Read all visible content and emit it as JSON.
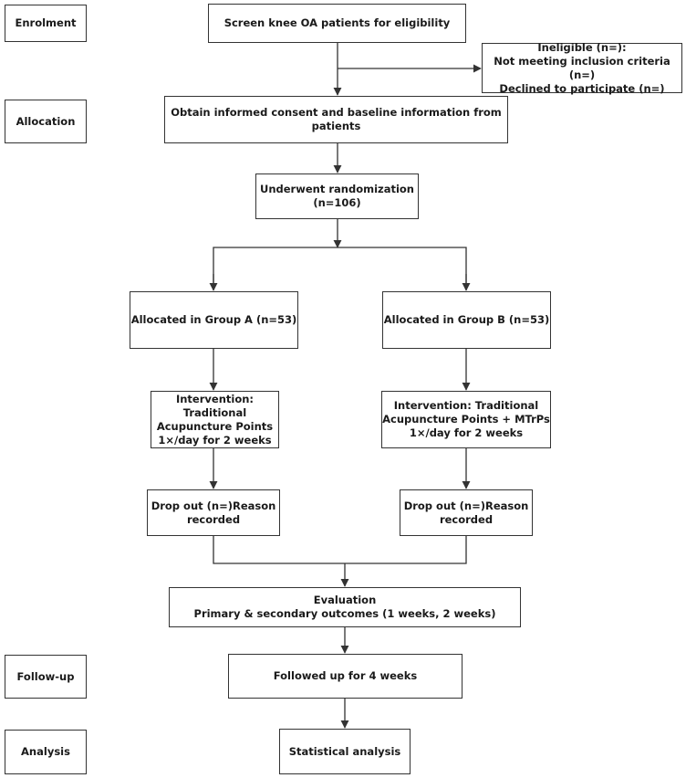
{
  "stages": {
    "enrolment": "Enrolment",
    "allocation": "Allocation",
    "follow_up": "Follow-up",
    "analysis": "Analysis"
  },
  "boxes": {
    "screen": "Screen knee OA patients for eligibility",
    "ineligible": [
      "Ineligible (n=):",
      "Not meeting inclusion criteria (n=)",
      "Declined to participate (n=)"
    ],
    "consent": [
      "Obtain informed consent and baseline information from",
      "patients"
    ],
    "randomization": [
      "Underwent randomization",
      "(n=106)"
    ],
    "group_a": "Allocated in Group A (n=53)",
    "group_b": "Allocated in Group B (n=53)",
    "intervention_a": [
      "Intervention: Traditional",
      "Acupuncture Points",
      "1×/day for 2 weeks"
    ],
    "intervention_b": [
      "Intervention: Traditional",
      "Acupuncture Points + MTrPs",
      "1×/day for 2 weeks"
    ],
    "dropout_a": [
      "Drop out (n=)Reason",
      "recorded"
    ],
    "dropout_b": [
      "Drop out (n=)Reason",
      "recorded"
    ],
    "evaluation": [
      "Evaluation",
      "Primary & secondary outcomes (1 weeks, 2 weeks)"
    ],
    "followed_up": "Followed up for 4 weeks",
    "statistical": "Statistical analysis"
  }
}
